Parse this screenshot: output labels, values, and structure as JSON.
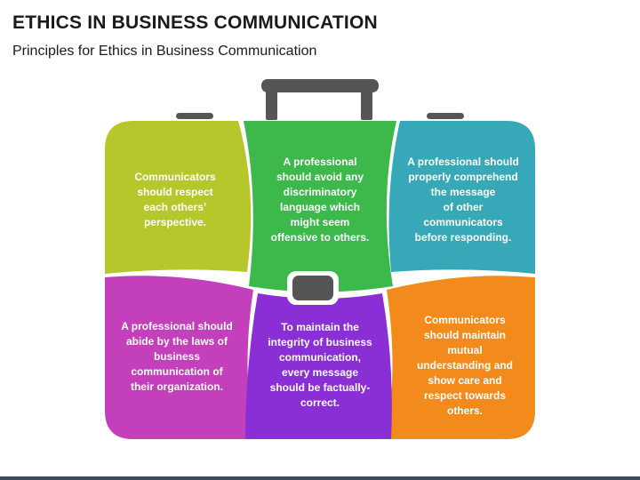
{
  "header": {
    "title": "ETHICS IN BUSINESS COMMUNICATION",
    "subtitle": "Principles for Ethics in Business Communication"
  },
  "colors": {
    "lime": "#b5c72a",
    "green": "#3cb94a",
    "teal": "#36a8b8",
    "magenta": "#c33fbb",
    "purple": "#8a2fd6",
    "orange": "#f28a1c",
    "handle": "#555555",
    "footer": "#3a4c5e"
  },
  "boxes": {
    "top_left": {
      "text": "Communicators\nshould respect\neach others’\nperspective."
    },
    "top_center": {
      "text": "A professional\nshould avoid any\ndiscriminatory\nlanguage which\nmight seem\noffensive to others."
    },
    "top_right": {
      "text": "A professional should\nproperly comprehend\nthe message\nof other\ncommunicators\nbefore responding."
    },
    "bottom_left": {
      "text": "A professional should\nabide by the laws of\nbusiness\ncommunication of\ntheir organization."
    },
    "bottom_center": {
      "text": "To maintain the\nintegrity of business\ncommunication,\nevery message\nshould be factually-\ncorrect."
    },
    "bottom_right": {
      "text": "Communicators\nshould maintain\nmutual\nunderstanding and\nshow care and\nrespect towards\nothers."
    }
  }
}
